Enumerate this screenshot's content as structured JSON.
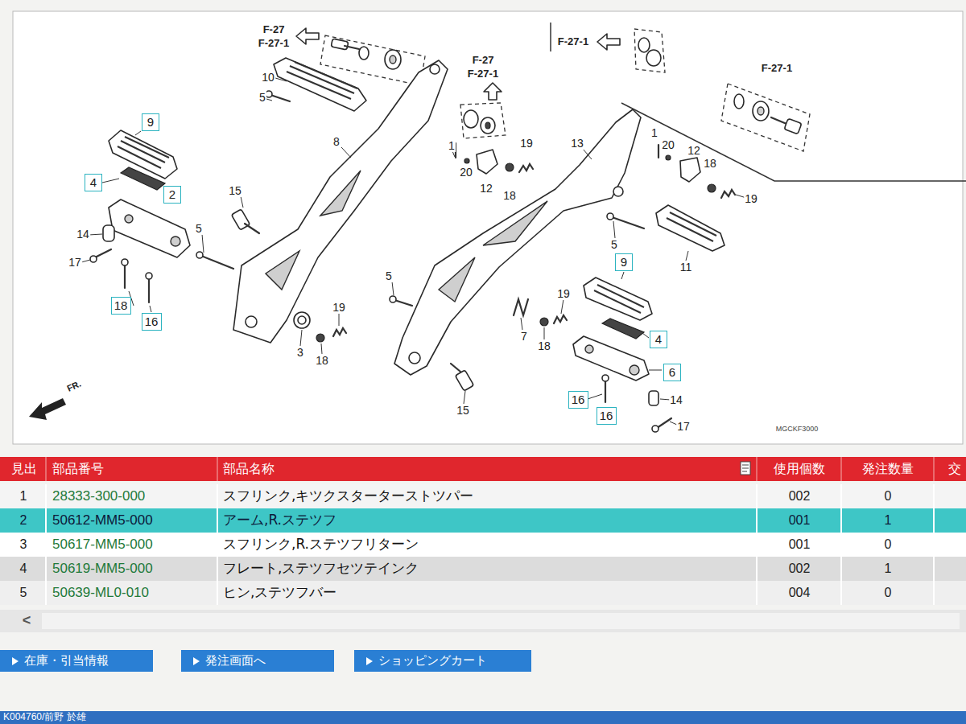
{
  "diagram": {
    "nodes": [
      {
        "text": [
          "9"
        ]
      },
      {
        "text": [
          "4"
        ]
      },
      {
        "text": [
          "2"
        ]
      },
      {
        "text": [
          "18"
        ]
      },
      {
        "text": [
          "16"
        ]
      },
      {
        "text": [
          "9"
        ]
      },
      {
        "text": [
          "4"
        ]
      },
      {
        "text": [
          "6"
        ]
      },
      {
        "text": [
          "16"
        ]
      },
      {
        "text": [
          "16"
        ]
      },
      {
        "text": [
          "在庫・引当情報"
        ]
      },
      {
        "text": [
          "発注画面へ"
        ]
      },
      {
        "text": [
          "ショッピングカート"
        ]
      }
    ],
    "labels": [
      "F-27",
      "F-27-1",
      "F-27",
      "F-27-1",
      "F-27-1",
      "F-27-1",
      "10",
      "5",
      "8",
      "1",
      "20",
      "12",
      "19",
      "18",
      "15",
      "5",
      "14",
      "17",
      "3",
      "18",
      "19",
      "13",
      "1",
      "20",
      "12",
      "18",
      "19",
      "5",
      "11",
      "5",
      "7",
      "19",
      "18",
      "14",
      "17",
      "15",
      "FR.",
      "MGCKF3000",
      "見出",
      "部品番号",
      "部品名称",
      "使用個数",
      "発注数量",
      "交",
      "1",
      "28333-300-000",
      "スフリンク,キツクスターターストツパー",
      "002",
      "0",
      "2",
      "50612-MM5-000",
      "アーム,R.ステツフ",
      "001",
      "1",
      "3",
      "50617-MM5-000",
      "スフリンク,R.ステツフリターン",
      "001",
      "0",
      "4",
      "50619-MM5-000",
      "フレート,ステツフセツテインク",
      "002",
      "1",
      "5",
      "50639-ML0-010",
      "ヒン,ステツフバー",
      "004",
      "0",
      "<",
      "K004760/前野 於雄"
    ]
  }
}
